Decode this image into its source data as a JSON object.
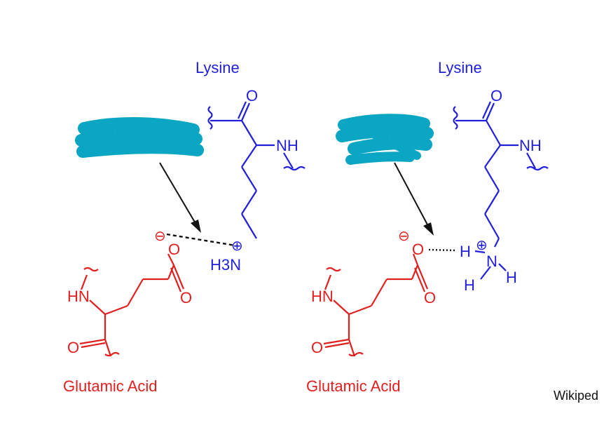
{
  "colors": {
    "lysine": "#1f1fdc",
    "glutamate": "#e01f1f",
    "scribble": "#0aa6c4",
    "text": "#111111"
  },
  "left": {
    "lysine_label": "Lysine",
    "carbonyl_o": "O",
    "nh": "NH",
    "amine": "H3N",
    "charge_plus": "⊕",
    "charge_minus": "⊖",
    "carboxyl_o_minus": "O",
    "carboxyl_o": "O",
    "glu_hn": "HN",
    "glu_o": "O",
    "glutamic_label": "Glutamic Acid"
  },
  "right": {
    "lysine_label": "Lysine",
    "carbonyl_o": "O",
    "nh": "NH",
    "h_top": "H",
    "n": "N",
    "h_left": "H",
    "h_right": "H",
    "charge_plus": "⊕",
    "charge_minus": "⊖",
    "carboxyl_o_minus": "O",
    "carboxyl_o": "O",
    "glu_hn": "HN",
    "glu_o": "O",
    "glutamic_label": "Glutamic Acid"
  },
  "source_label": "Wikiped"
}
